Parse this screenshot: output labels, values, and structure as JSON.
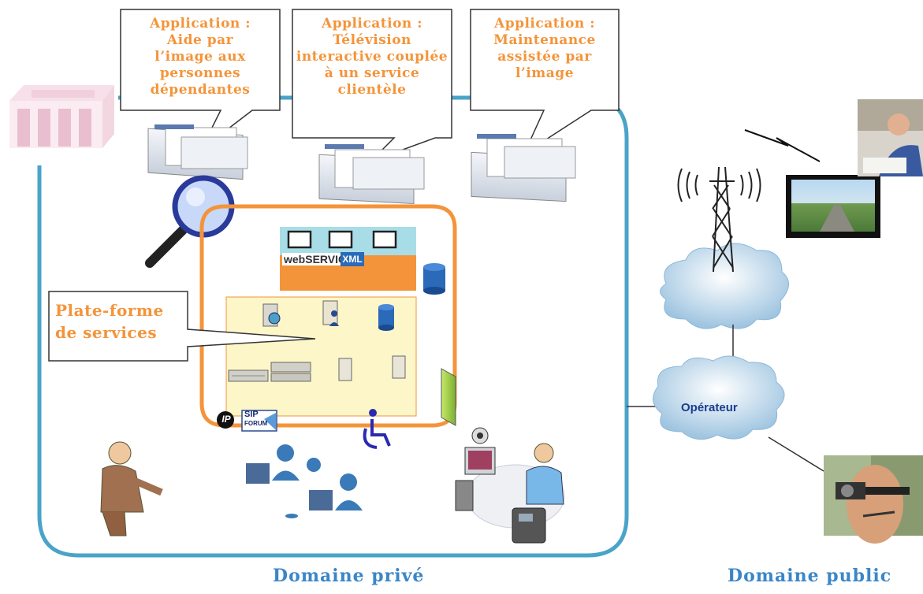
{
  "callouts": [
    {
      "lines": [
        "Application :",
        "Aide par",
        "l’image aux",
        "personnes",
        "dépendantes"
      ]
    },
    {
      "lines": [
        "Application :",
        "Télévision",
        "interactive couplée",
        "à un service",
        "clientèle"
      ]
    },
    {
      "lines": [
        "Application :",
        "Maintenance",
        "assistée par",
        "l’image"
      ]
    }
  ],
  "platform_label": {
    "line1": "Plate-forme",
    "line2": "de services"
  },
  "operator_label": "Opérateur",
  "domains": {
    "private": "Domaine privé",
    "public": "Domaine public"
  },
  "logos": {
    "webservices": "webSERVICES",
    "xml": "XML",
    "ip": "IP",
    "sip": "SIP",
    "sip_sub": "FORUM"
  },
  "colors": {
    "accent_orange": "#f4943a",
    "domain_blue": "#3a86c8",
    "frame_blue": "#4aa3c8",
    "platform_fill": "#fdf6c8"
  }
}
